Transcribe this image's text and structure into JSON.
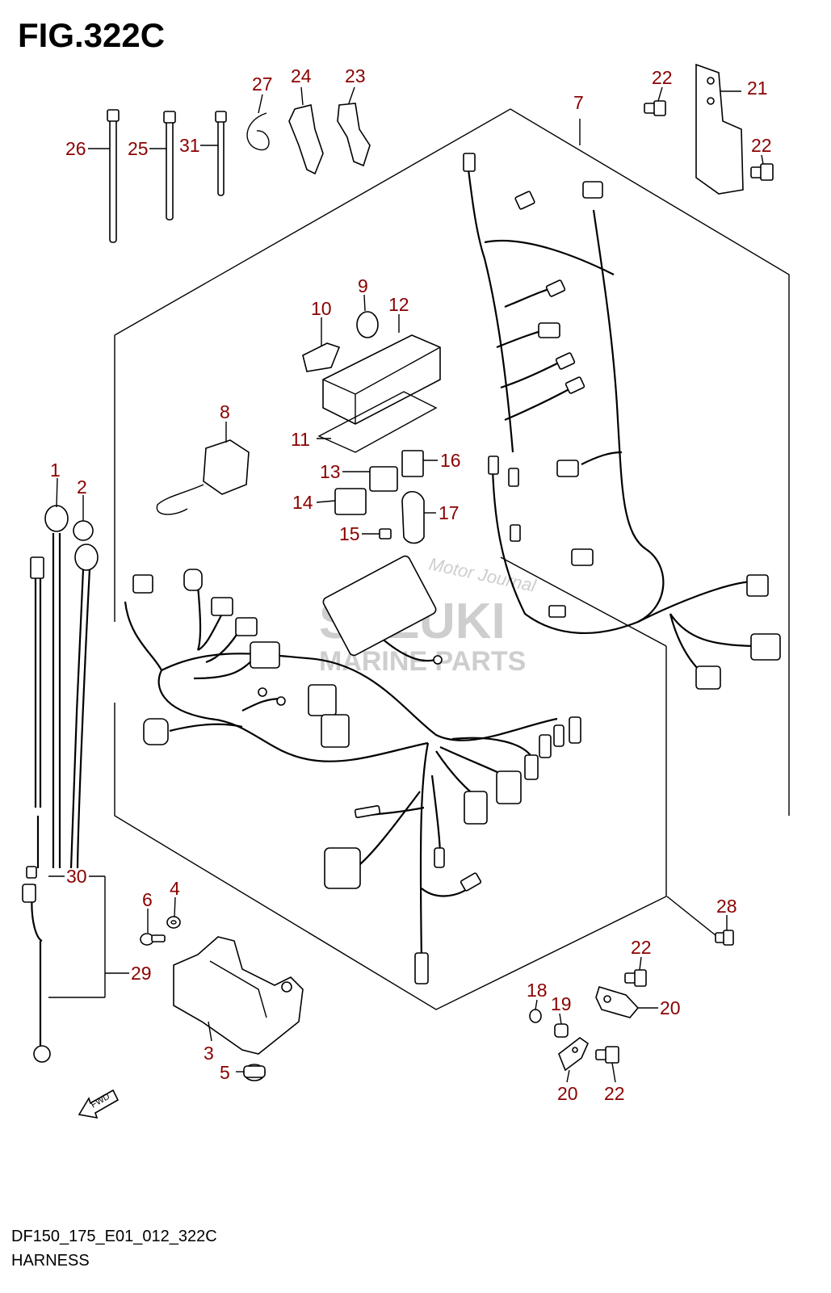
{
  "figure": {
    "title": "FIG.322C",
    "code": "DF150_175_E01_012_322C",
    "name": "HARNESS"
  },
  "watermark": {
    "brand": "SUZUKI",
    "sub": "MARINE PARTS",
    "script": "Motor Journal"
  },
  "fwd_label": "FWD",
  "callouts": {
    "c1": "1",
    "c2": "2",
    "c3": "3",
    "c4": "4",
    "c5": "5",
    "c6": "6",
    "c7": "7",
    "c8": "8",
    "c9": "9",
    "c10": "10",
    "c11": "11",
    "c12": "12",
    "c13": "13",
    "c14": "14",
    "c15": "15",
    "c16": "16",
    "c17": "17",
    "c18": "18",
    "c19": "19",
    "c20a": "20",
    "c20b": "20",
    "c21": "21",
    "c22a": "22",
    "c22b": "22",
    "c22c": "22",
    "c22d": "22",
    "c23": "23",
    "c24": "24",
    "c25": "25",
    "c26": "26",
    "c27": "27",
    "c28": "28",
    "c29": "29",
    "c30": "30",
    "c31": "31"
  },
  "colors": {
    "callout": "#8b0000",
    "line": "#000000"
  }
}
